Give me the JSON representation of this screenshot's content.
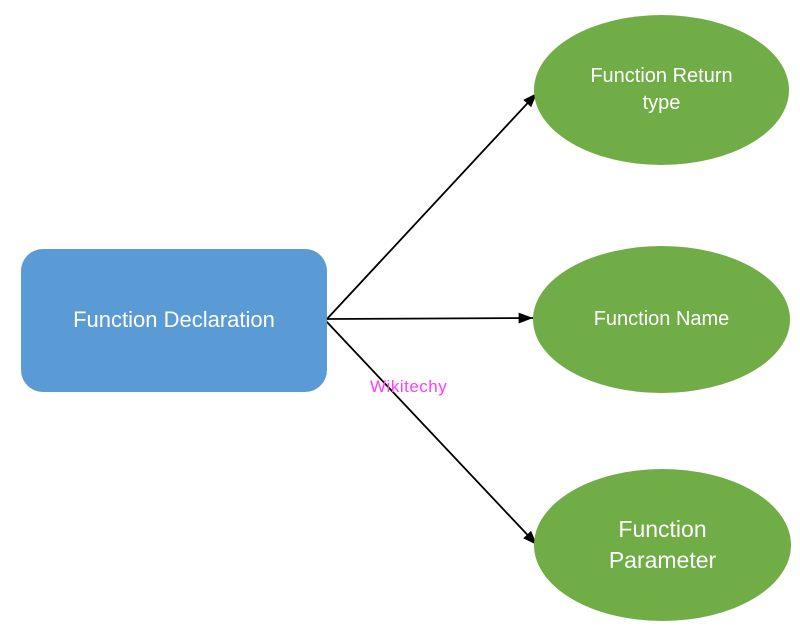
{
  "title": "Function Declaration diagram",
  "colors": {
    "source-fill": "#5b9bd5",
    "target-fill": "#70ad47",
    "node-text": "#ffffff",
    "arrow": "#000000",
    "watermark": "#ff3dff",
    "background": "#ffffff"
  },
  "diagram": {
    "source": {
      "label": "Function Declaration"
    },
    "targets": [
      {
        "label": "Function Return type"
      },
      {
        "label": "Function Name"
      },
      {
        "label": "Function Parameter"
      }
    ],
    "watermark": "Wikitechy"
  }
}
